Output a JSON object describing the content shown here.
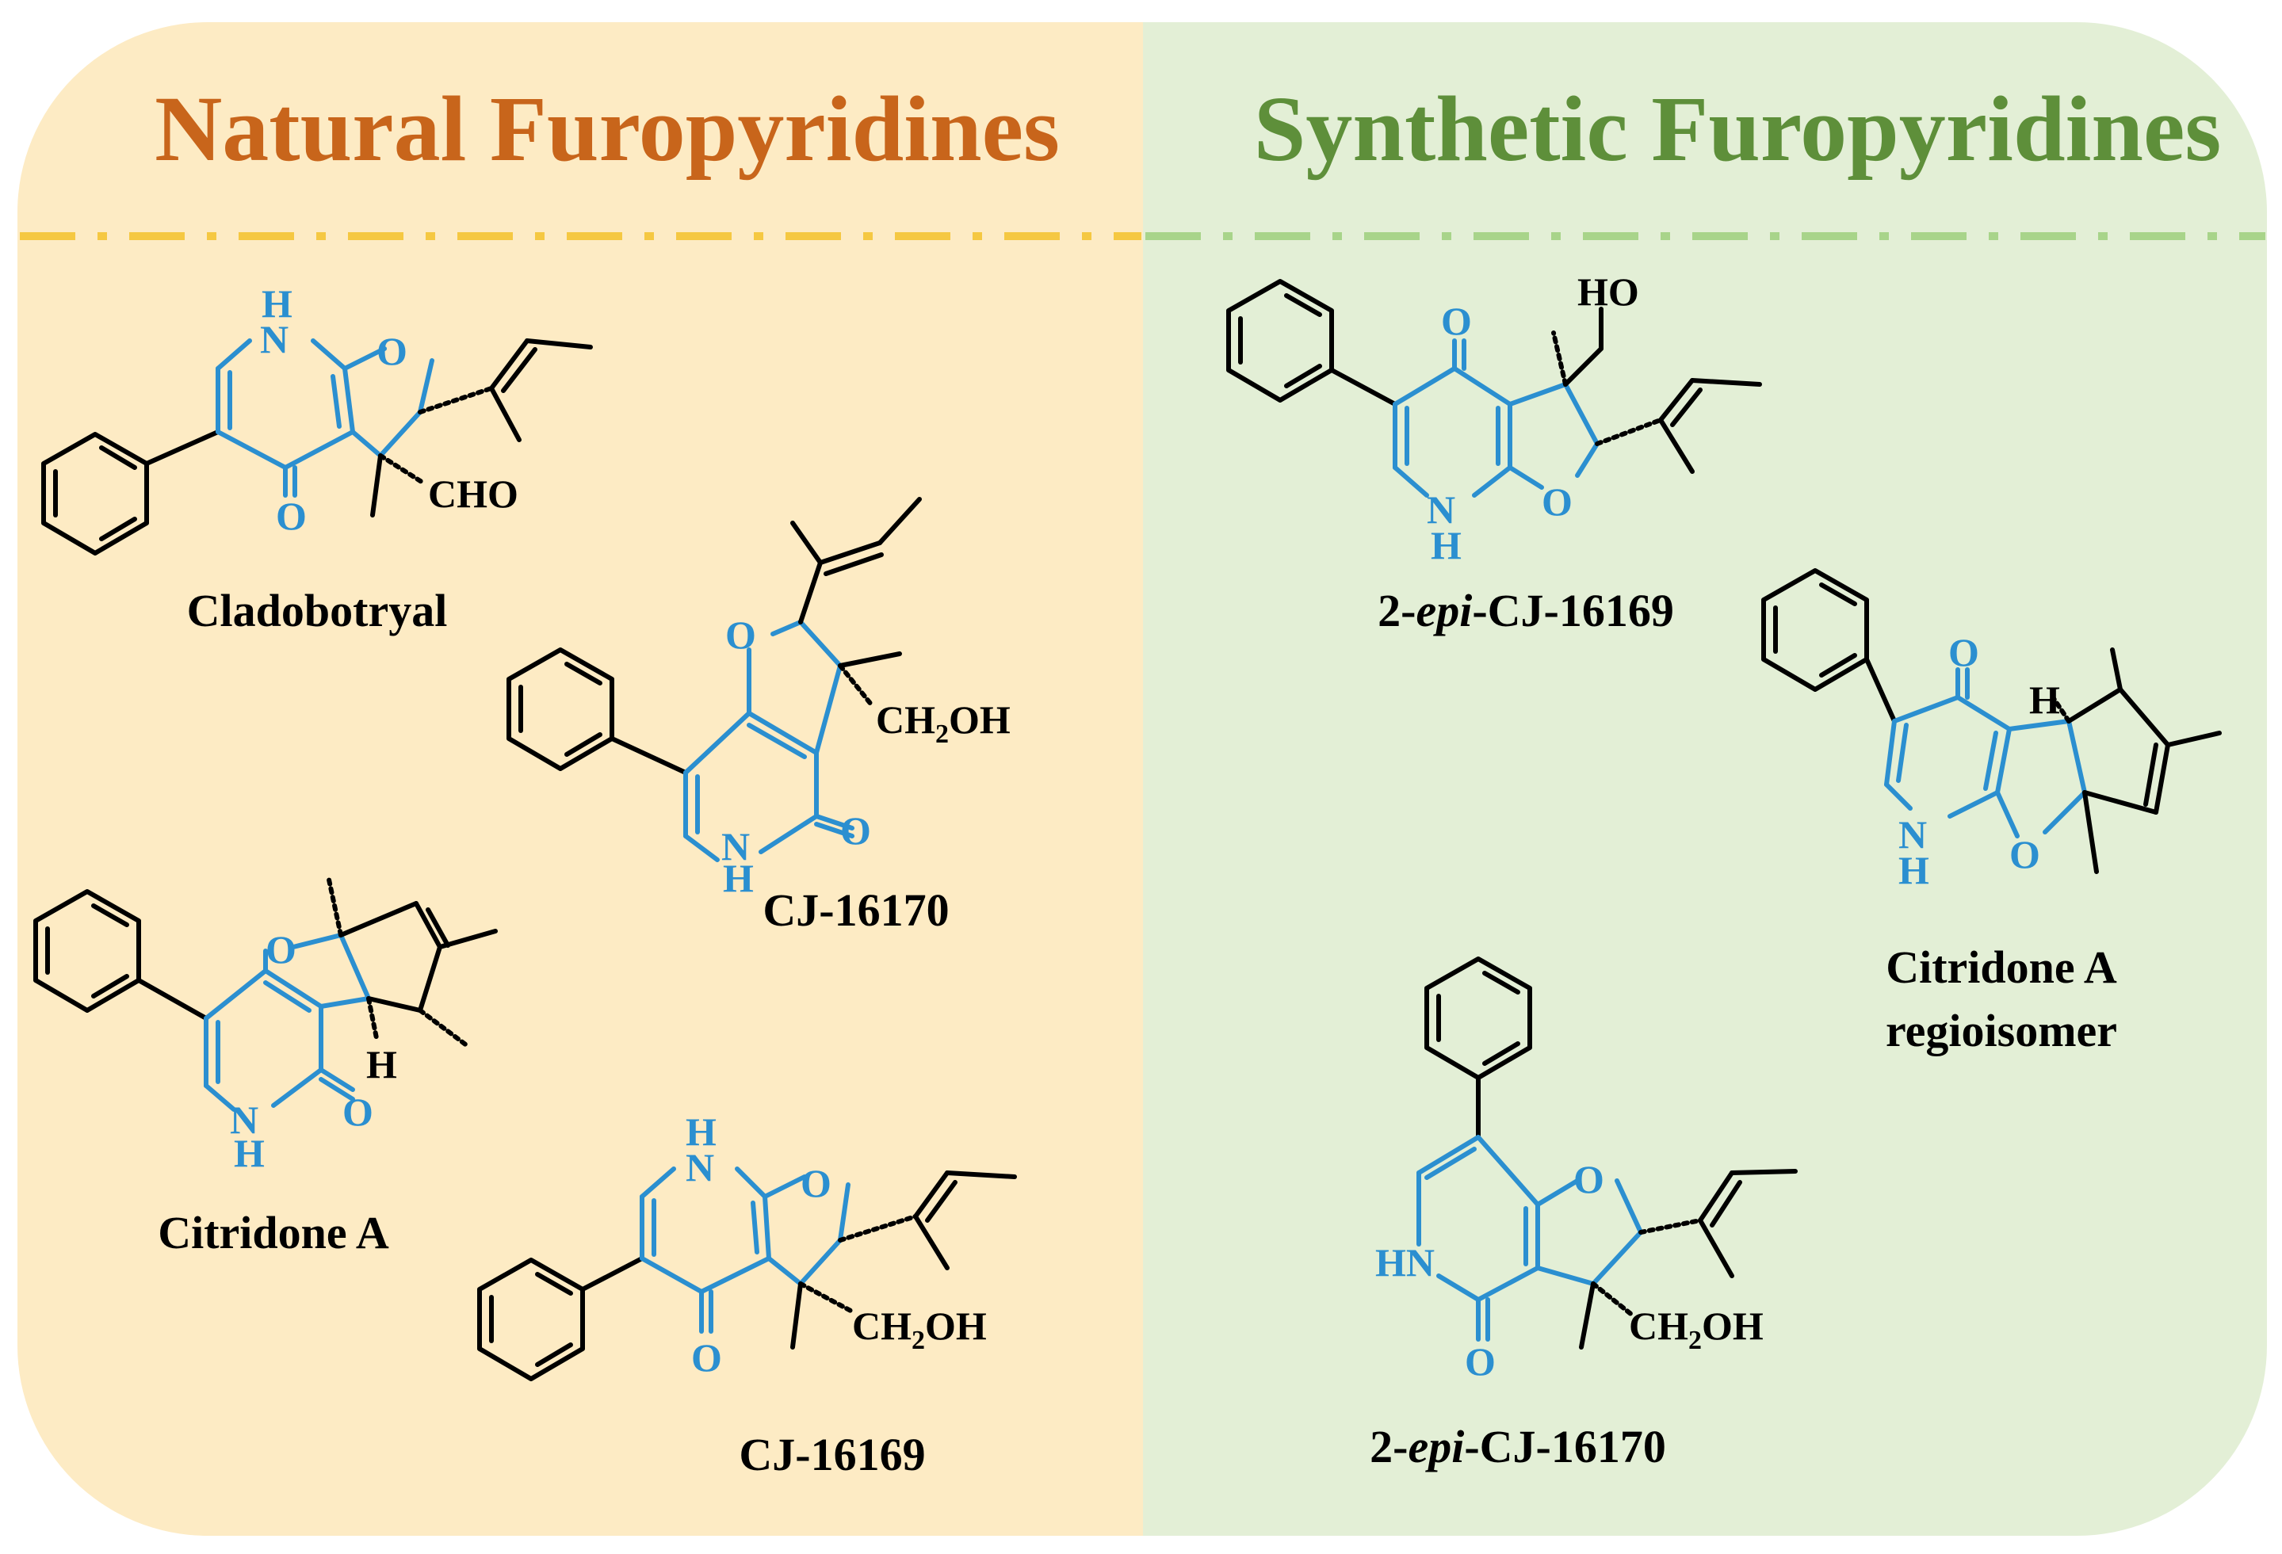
{
  "panels": {
    "natural": {
      "title": "Natural Furopyridines",
      "title_color": "#c8651b",
      "bg": "#fdebc4",
      "divider_color": "#f5c842"
    },
    "synthetic": {
      "title": "Synthetic Furopyridines",
      "title_color": "#5e8f3a",
      "bg": "#e3efd6",
      "divider_color": "#a8d48a"
    }
  },
  "colors": {
    "scaffold": "#2b8fd0",
    "bond": "#000000"
  },
  "atoms": {
    "H": "H",
    "O": "O",
    "N": "N",
    "NH": "NH",
    "HN": "HN",
    "HO": "HO",
    "CHO": "CHO",
    "CH2OH_main": "CH",
    "CH2OH_sub": "2",
    "CH2OH_tail": "OH"
  },
  "compounds": {
    "cladobotryal": "Cladobotryal",
    "cj16170": "CJ-16170",
    "citridone_a": "Citridone A",
    "cj16169": "CJ-16169",
    "epi_cj16169_prefix": "2-",
    "epi_cj16169_italic": "epi",
    "epi_cj16169_suffix": "-CJ-16169",
    "citridone_regio_line1": "Citridone A",
    "citridone_regio_line2": "regioisomer",
    "epi_cj16170_prefix": "2-",
    "epi_cj16170_italic": "epi",
    "epi_cj16170_suffix": "-CJ-16170"
  }
}
